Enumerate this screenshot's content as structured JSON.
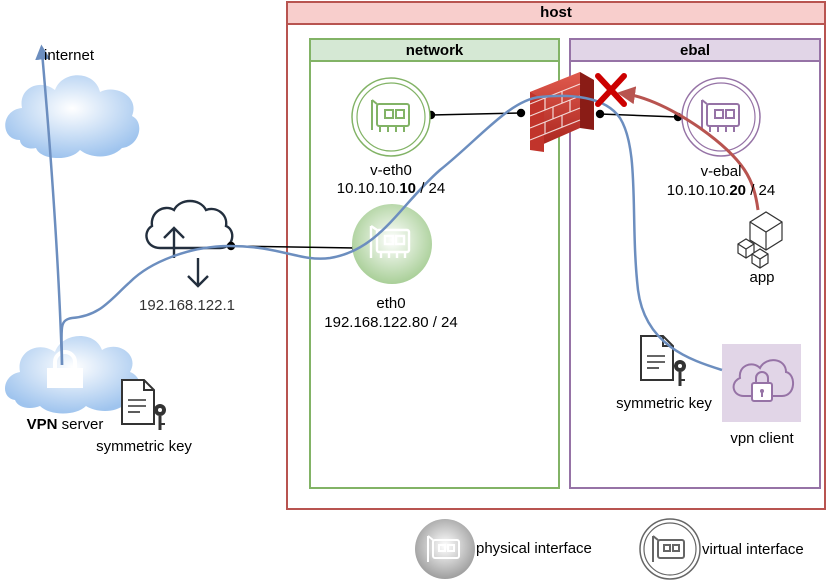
{
  "containers": {
    "host": "host",
    "network": "network",
    "ebal": "ebal"
  },
  "labels": {
    "internet": "internet",
    "gateway_ip": "192.168.122.1",
    "vpn_server_bold": "VPN",
    "vpn_server_rest": " server",
    "symmetric_key_left": "symmetric key",
    "symmetric_key_right": "symmetric key",
    "veth0_name": "v-eth0",
    "veth0_ip_prefix": "10.10.10.",
    "veth0_ip_bold": "10",
    "veth0_ip_suffix": " / 24",
    "eth0_name": "eth0",
    "eth0_ip": "192.168.122.80 / 24",
    "vebal_name": "v-ebal",
    "vebal_ip_prefix": "10.10.10.",
    "vebal_ip_bold": "20",
    "vebal_ip_suffix": " / 24",
    "app": "app",
    "vpn_client": "vpn client"
  },
  "legend": {
    "physical": "physical interface",
    "virtual": "virtual interface"
  },
  "icons": {
    "cloud_internet": "cloud-icon",
    "cloud_vpn_server": "cloud-lock-icon",
    "gateway": "cloud-upload-download-icon",
    "firewall": "brick-firewall-icon",
    "blocked": "red-x-icon",
    "key_doc": "document-key-icon",
    "nic": "network-card-icon",
    "app": "cubes-icon",
    "vpn_client": "cloud-padlock-icon"
  },
  "colors": {
    "host_stroke": "#b85450",
    "host_fill": "#f8cecc",
    "network_stroke": "#82b366",
    "network_fill": "#d5e8d4",
    "ebal_stroke": "#9673a6",
    "ebal_fill": "#e1d5e7",
    "tunnel": "#6c8ebf",
    "blocked_link": "#b85450",
    "x_mark": "#cc0000"
  }
}
